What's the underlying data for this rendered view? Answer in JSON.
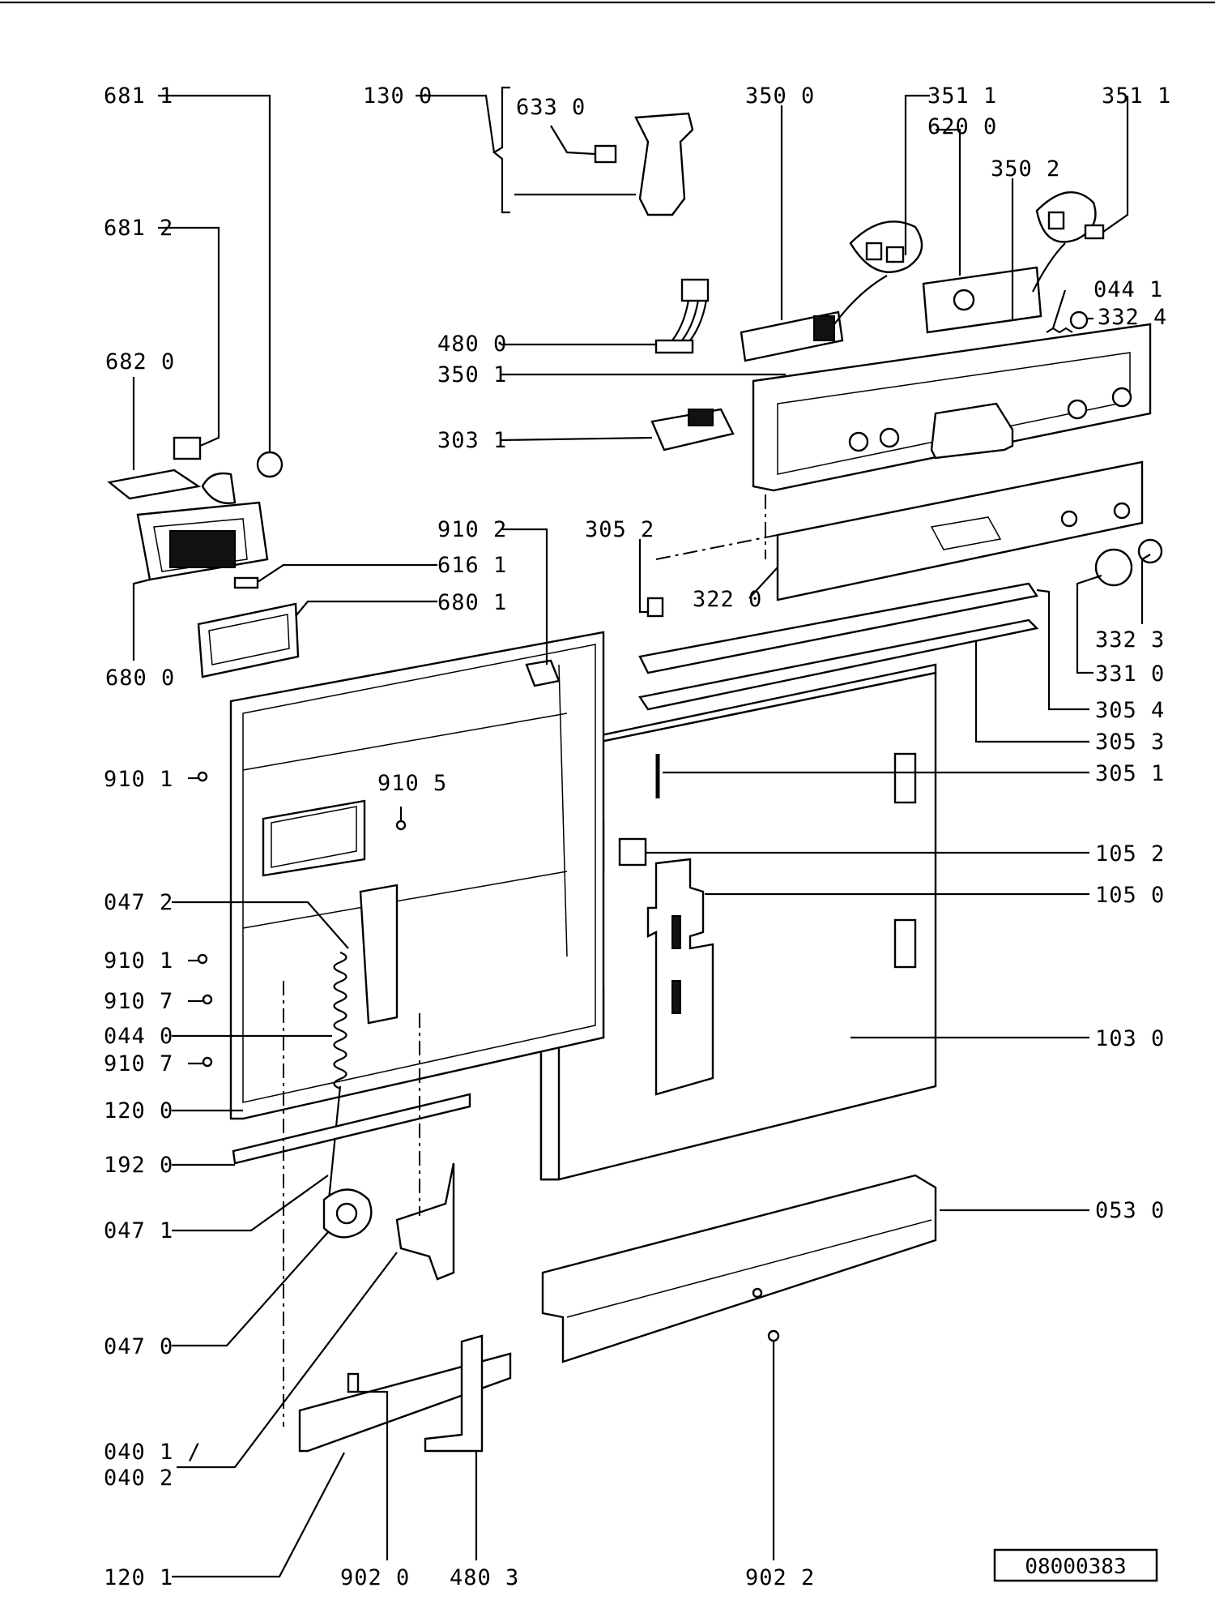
{
  "diagram": {
    "labels": {
      "l681_1": "681 1",
      "l681_2": "681 2",
      "l682_0": "682 0",
      "l130_0": "130 0",
      "l633_0": "633 0",
      "l350_0": "350 0",
      "l351_1a": "351 1",
      "l620_0": "620 0",
      "l350_2": "350 2",
      "l351_1b": "351 1",
      "l044_1": "044 1",
      "l332_4": "332 4",
      "l480_0": "480 0",
      "l350_1": "350 1",
      "l303_1": "303 1",
      "l910_2": "910 2",
      "l305_2": "305 2",
      "l616_1": "616 1",
      "l680_1": "680 1",
      "l322_0": "322 0",
      "l332_3": "332 3",
      "l331_0": "331 0",
      "l680_0": "680 0",
      "l305_4": "305 4",
      "l305_3": "305 3",
      "l305_1": "305 1",
      "l910_1a": "910 1",
      "l910_5": "910 5",
      "l105_2": "105 2",
      "l105_0": "105 0",
      "l047_2": "047 2",
      "l910_1b": "910 1",
      "l910_7a": "910 7",
      "l044_0": "044 0",
      "l910_7b": "910 7",
      "l103_0": "103 0",
      "l120_0": "120 0",
      "l192_0": "192 0",
      "l047_1": "047 1",
      "l053_0": "053 0",
      "l047_0": "047 0",
      "l040_1": "040 1 /",
      "l040_2": "040 2",
      "l120_1": "120 1",
      "l902_0": "902 0",
      "l480_3": "480 3",
      "l902_2": "902 2"
    },
    "drawing_number": "08000383"
  }
}
